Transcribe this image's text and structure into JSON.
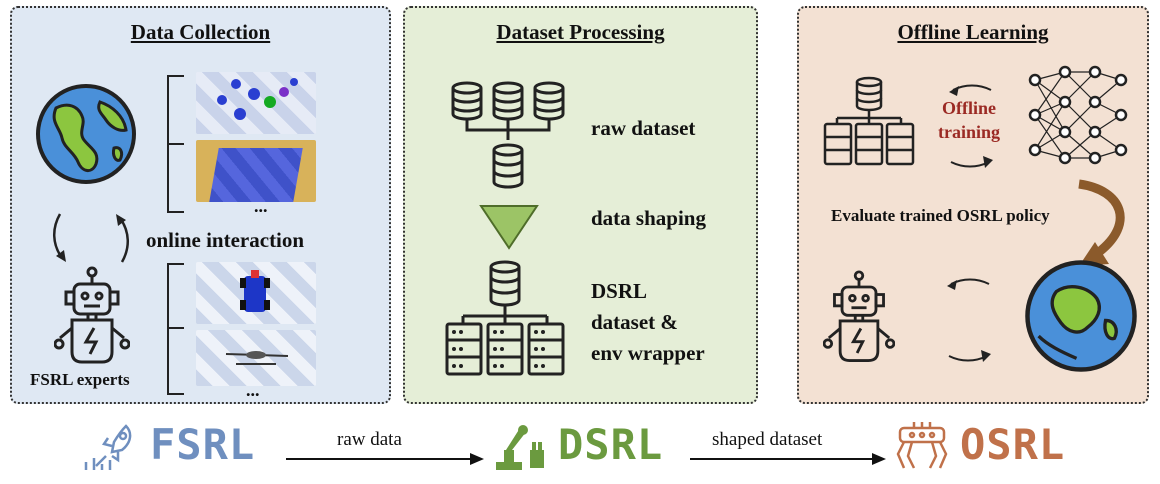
{
  "panels": {
    "collection": {
      "title": "Data Collection",
      "online_label": "online interaction",
      "experts_label": "FSRL experts",
      "ellipsis_top": "...",
      "ellipsis_bottom": "..."
    },
    "processing": {
      "title": "Dataset Processing",
      "raw_label": "raw dataset",
      "shaping_label": "data shaping",
      "dsrl_label_1": "DSRL",
      "dsrl_label_2": "dataset &",
      "dsrl_label_3": "env wrapper"
    },
    "learning": {
      "title": "Offline Learning",
      "offline_1": "Offline",
      "offline_2": "training",
      "evaluate_label": "Evaluate trained OSRL policy"
    }
  },
  "pipeline": {
    "fsrl": "FSRL",
    "dsrl": "DSRL",
    "osrl": "OSRL",
    "arrow1_label": "raw data",
    "arrow2_label": "shaped dataset"
  },
  "colors": {
    "collection_bg": "#dfe8f3",
    "processing_bg": "#e5eed7",
    "learning_bg": "#f3e1d3",
    "fsrl_color": "#6f8fbf",
    "dsrl_color": "#6b9a3f",
    "osrl_color": "#c0714a",
    "offline_text": "#9b2a24",
    "curve_arrow": "#8b5a2b"
  },
  "icons": [
    "earth-icon",
    "robot-icon",
    "database-icon",
    "server-icon",
    "funnel-arrow-icon",
    "neural-network-icon",
    "rocket-growth-icon",
    "robot-arm-icon",
    "quadruped-robot-icon"
  ]
}
